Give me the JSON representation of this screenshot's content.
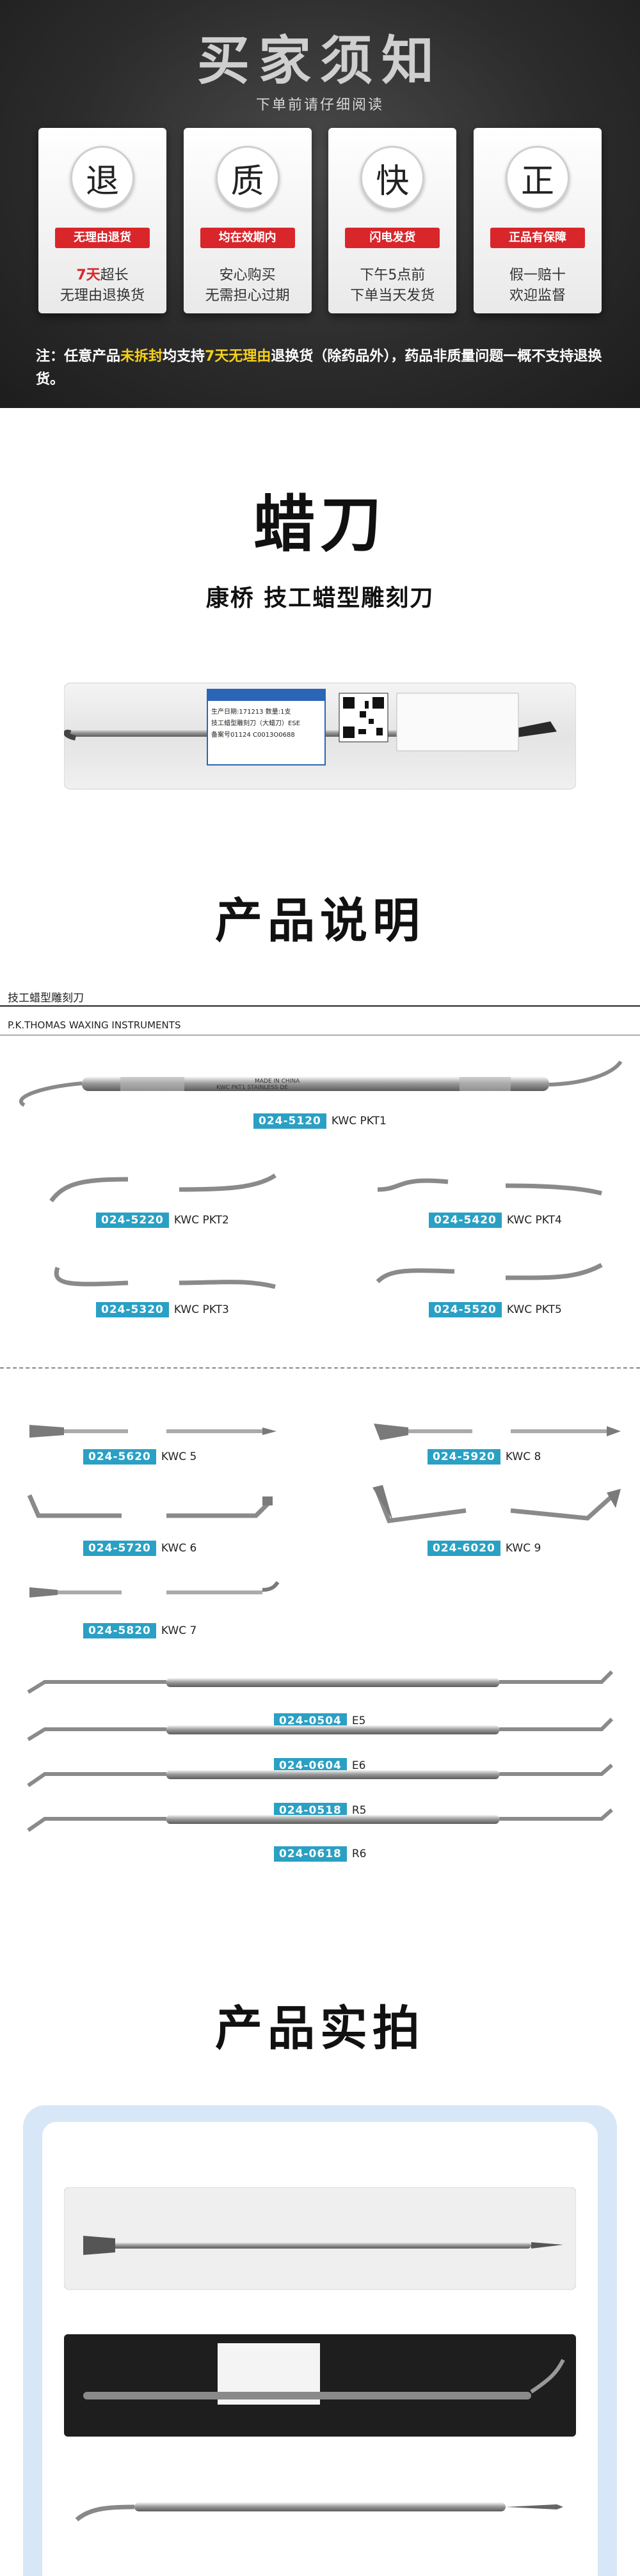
{
  "notice": {
    "title": "买家须知",
    "subtitle": "下单前请仔细阅读",
    "cards": [
      {
        "char": "退",
        "badge": "无理由退货",
        "line1_highlight": "7天",
        "line1_rest": "超长",
        "line2": "无理由退换货"
      },
      {
        "char": "质",
        "badge": "均在效期内",
        "line1_highlight": "",
        "line1_rest": "安心购买",
        "line2": "无需担心过期"
      },
      {
        "char": "快",
        "badge": "闪电发货",
        "line1_highlight": "",
        "line1_rest": "下午5点前",
        "line2": "下单当天发货"
      },
      {
        "char": "正",
        "badge": "正品有保障",
        "line1_highlight": "",
        "line1_rest": "假一赔十",
        "line2": "欢迎监督"
      }
    ],
    "note_a": "注：任意产品",
    "note_b": "未拆封",
    "note_c": "均支持",
    "note_d": "7天无理由",
    "note_e": "退换货（除药品外），药品非质量问题一概不支持退换货。"
  },
  "product": {
    "title": "蜡刀",
    "subtitle": "康桥  技工蜡型雕刻刀",
    "label_lines": [
      "生产日期:171213  数量:1支",
      "技工蜡型雕刻刀（大蜡刀）ESE",
      "备案号01124 C0013O0688"
    ],
    "brand_text": "KWC PKT1  STAINLESS DE"
  },
  "sections": {
    "description": "产品说明",
    "photos": "产品实拍"
  },
  "catalog": {
    "heading_cn": "技工蜡型雕刻刀",
    "heading_en": "P.K.THOMAS WAXING INSTRUMENTS",
    "stamp": "MADE IN CHINA",
    "items": [
      {
        "code": "024-5120",
        "model": "KWC PKT1"
      },
      {
        "code": "024-5220",
        "model": "KWC PKT2"
      },
      {
        "code": "024-5420",
        "model": "KWC PKT4"
      },
      {
        "code": "024-5320",
        "model": "KWC PKT3"
      },
      {
        "code": "024-5520",
        "model": "KWC PKT5"
      },
      {
        "code": "024-5620",
        "model": "KWC 5"
      },
      {
        "code": "024-5920",
        "model": "KWC 8"
      },
      {
        "code": "024-5720",
        "model": "KWC 6"
      },
      {
        "code": "024-6020",
        "model": "KWC 9"
      },
      {
        "code": "024-5820",
        "model": "KWC 7"
      },
      {
        "code": "024-0504",
        "model": "E5"
      },
      {
        "code": "024-0604",
        "model": "E6"
      },
      {
        "code": "024-0518",
        "model": "R5"
      },
      {
        "code": "024-0618",
        "model": "R6"
      }
    ]
  },
  "colors": {
    "accent_red": "#d8262b",
    "code_blue": "#2aa0c4",
    "note_yellow": "#f6d11b",
    "frame_blue": "#d7e7f7"
  }
}
